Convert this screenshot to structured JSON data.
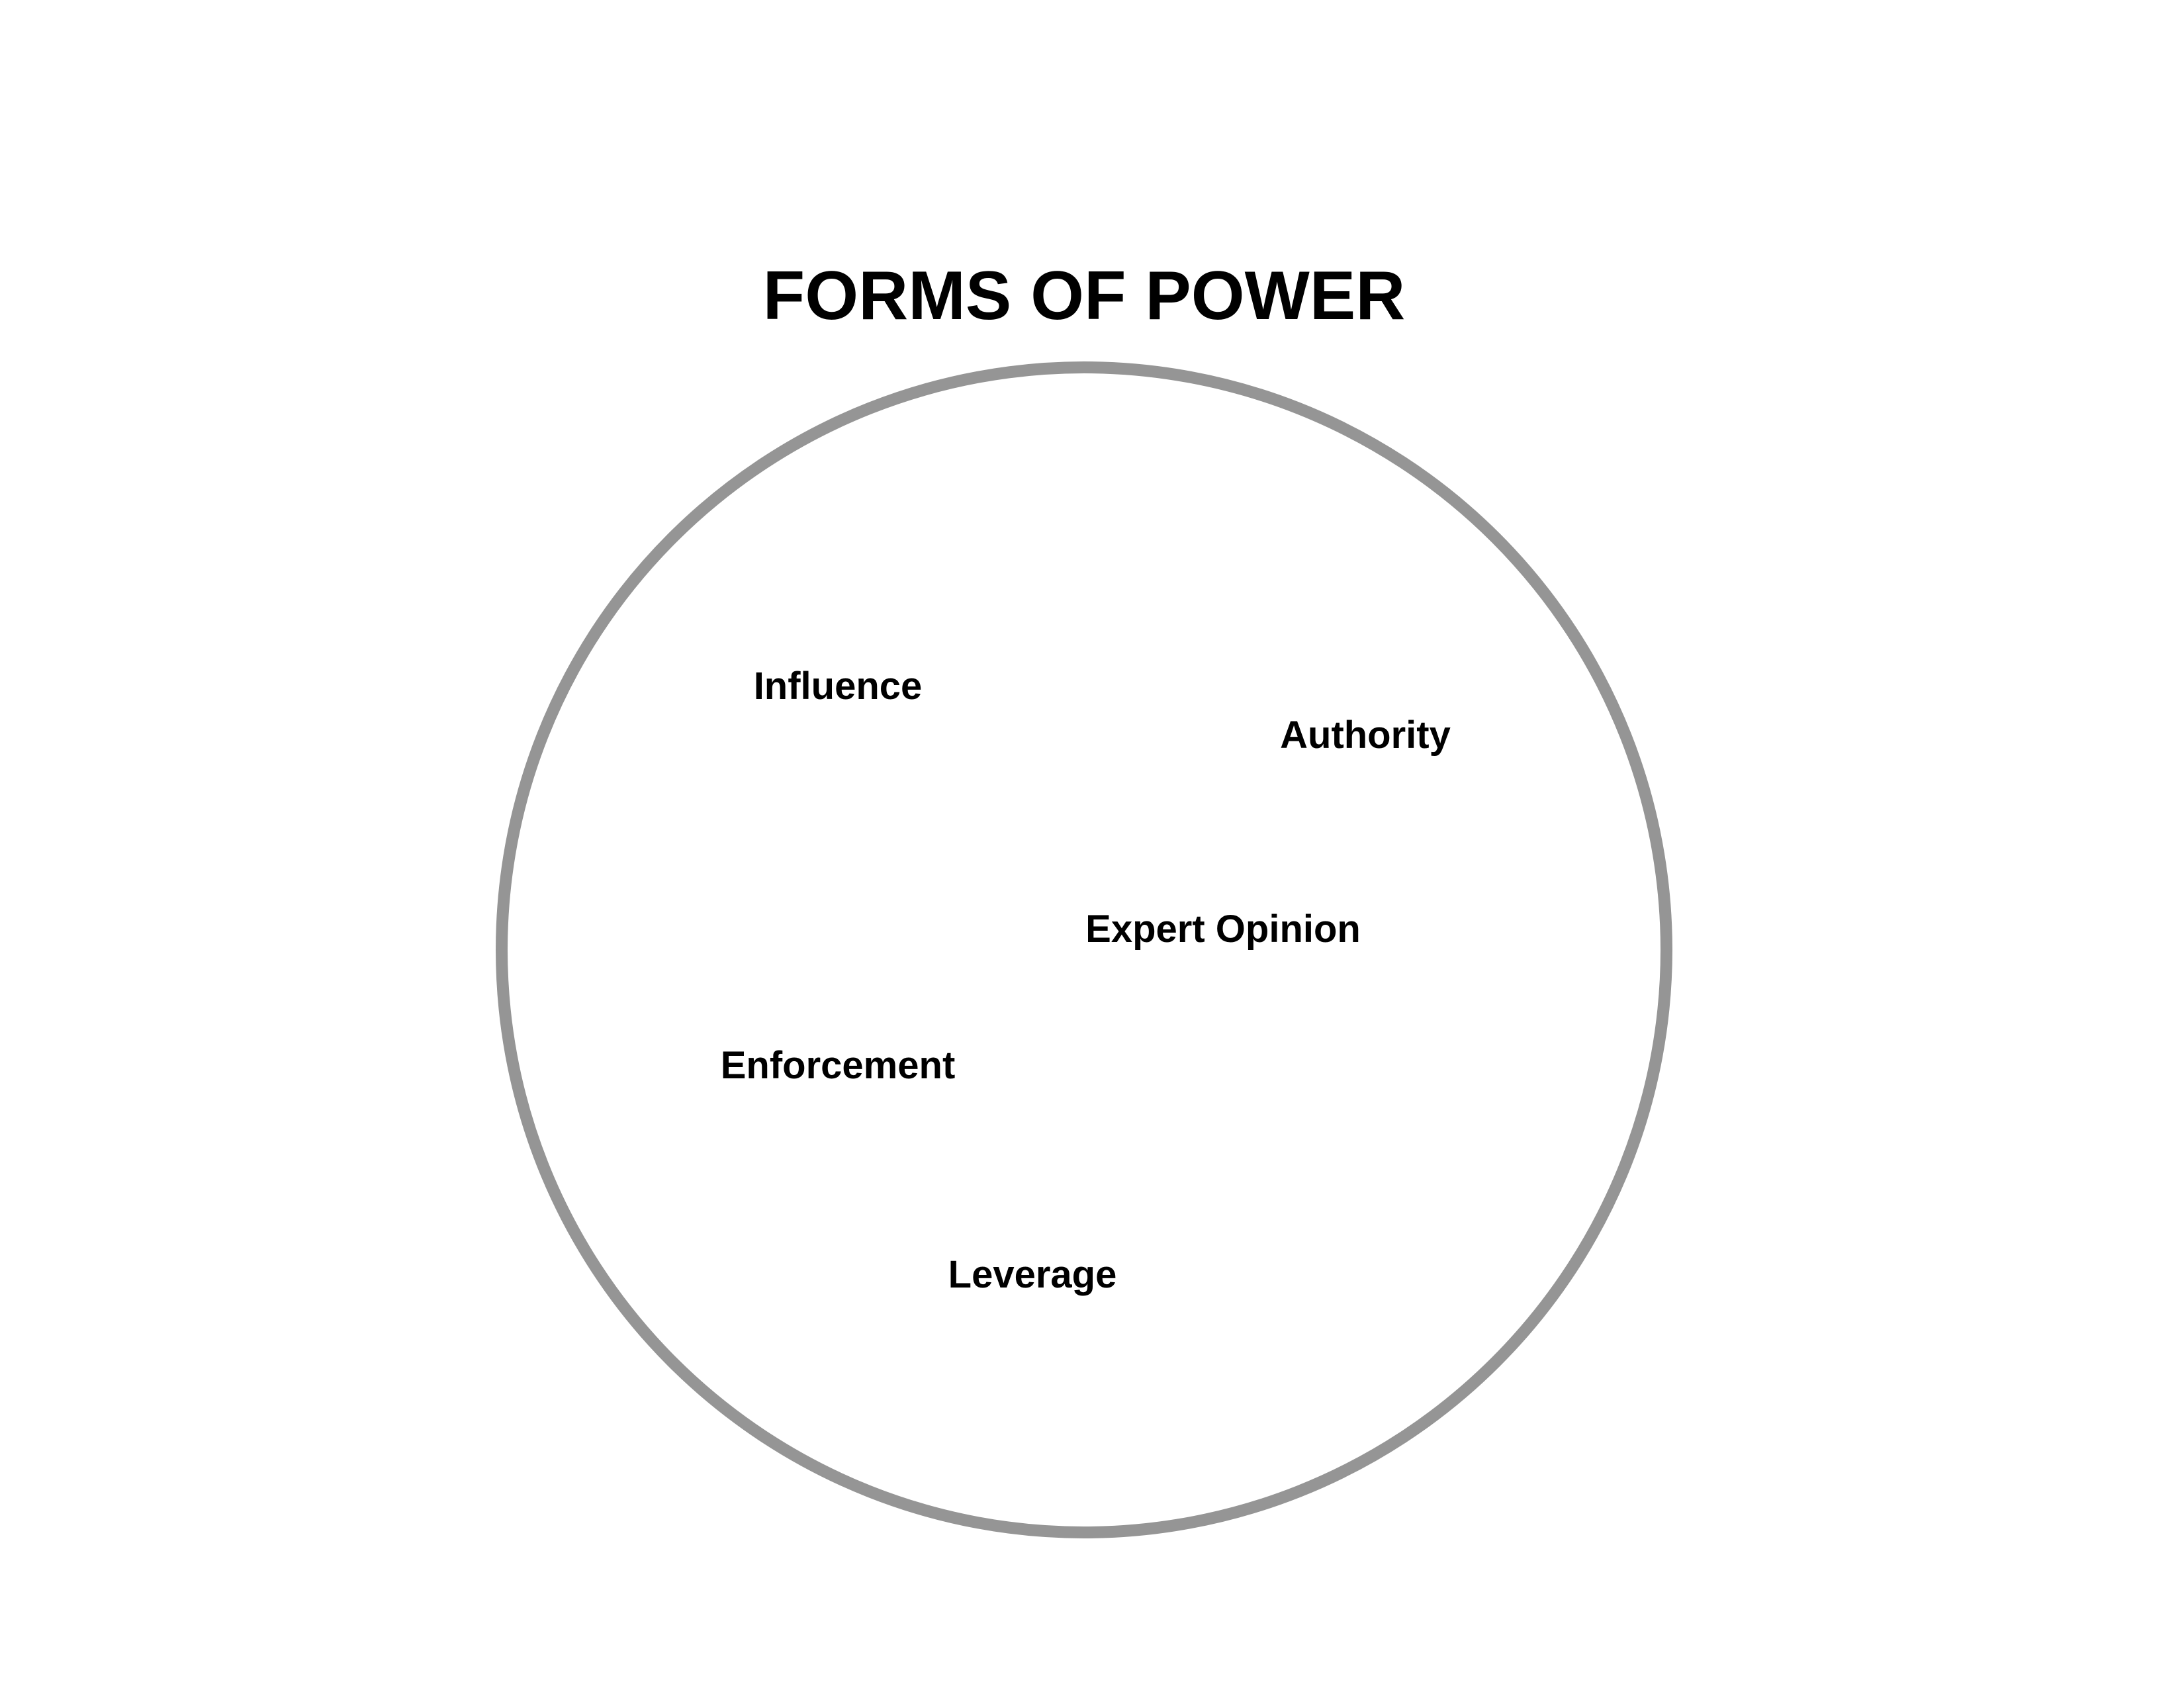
{
  "diagram": {
    "title": "FORMS OF POWER",
    "circle_stroke_color": "#959595",
    "labels": {
      "influence": "Influence",
      "authority": "Authority",
      "expert_opinion": "Expert Opinion",
      "enforcement": "Enforcement",
      "leverage": "Leverage"
    }
  }
}
